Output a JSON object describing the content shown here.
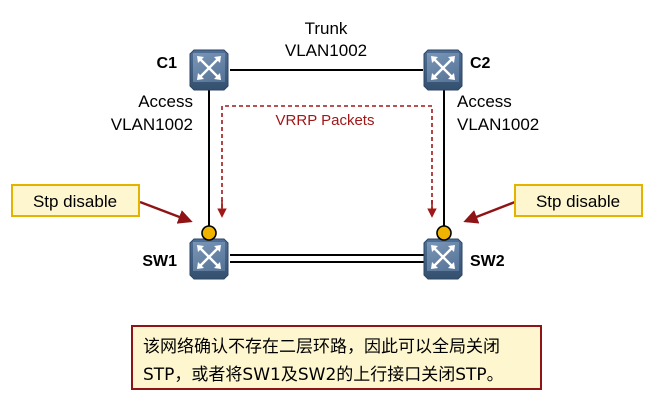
{
  "top_link": {
    "line1": "Trunk",
    "line2": "VLAN1002"
  },
  "left_link": {
    "line1": "Access",
    "line2": "VLAN1002"
  },
  "right_link": {
    "line1": "Access",
    "line2": "VLAN1002"
  },
  "vrrp_label": "VRRP Packets",
  "nodes": {
    "c1": "C1",
    "c2": "C2",
    "sw1": "SW1",
    "sw2": "SW2"
  },
  "callouts": {
    "left": "Stp disable",
    "right": "Stp disable"
  },
  "note": {
    "line1": "该网络确认不存在二层环路，因此可以全局关闭",
    "line2": "STP，或者将SW1及SW2的上行接口关闭STP。"
  },
  "colors": {
    "switch_body": "#4f6f97",
    "vrrp_arrow": "#a01818",
    "callout_border": "#e3b300",
    "callout_fill": "#fdf6cf",
    "note_border": "#8e1416",
    "port_dot": "#f0b400"
  },
  "icons": {
    "switch": "switch-icon",
    "port": "port-dot-icon"
  }
}
